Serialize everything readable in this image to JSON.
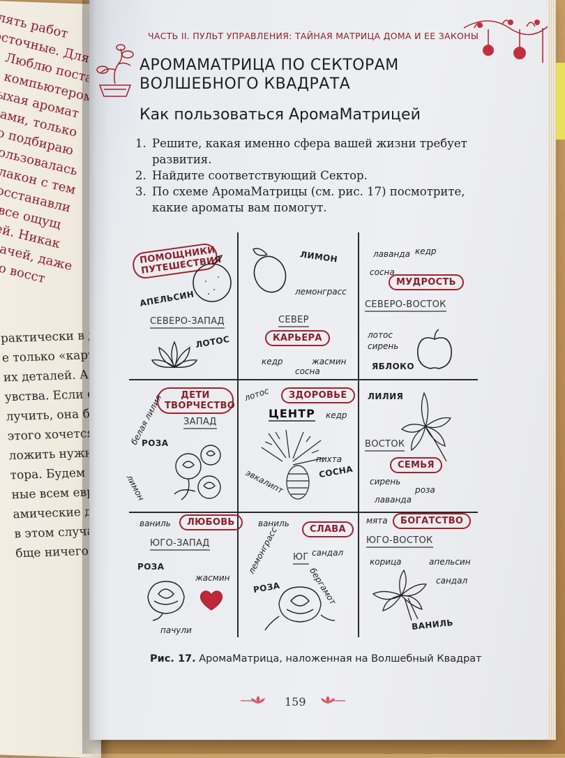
{
  "left_page": {
    "lines_top": [
      "лять работ",
      "осточные. Для",
      "а. Люблю постав",
      "за компьютером",
      "вдыхая аромат",
      "духами, только",
      "льно подбираю",
      "но пользовалась",
      "жу флакон с тем",
      "чит восстанавли",
      ", но и все ощущ",
      "мелочей. Никак",
      "кой задачей, даже",
      "детально восст"
    ],
    "lines_bottom": [
      "рактически в ду",
      "е только «картин",
      "их деталей. А Вс",
      "увства. Если они",
      "лучить, она будет",
      "этого хочется).",
      "ложить нужные",
      "тора. Будем де",
      "ные всем евро",
      "амические диф",
      "в этом случае",
      "бще ничего не"
    ]
  },
  "running_head": "ЧАСТЬ II. ПУЛЬТ УПРАВЛЕНИЯ: ТАЙНАЯ МАТРИЦА ДОМА И ЕЕ ЗАКОНЫ",
  "title_lines": [
    "АРОМАМАТРИЦА ПО СЕКТОРАМ",
    "ВОЛШЕБНОГО КВАДРАТА"
  ],
  "subtitle": "Как пользоваться АромаМатрицей",
  "steps": [
    {
      "num": "1.",
      "text": "Решите, какая именно сфера вашей жизни требует развития."
    },
    {
      "num": "2.",
      "text": "Найдите соответствующий Сектор."
    },
    {
      "num": "3.",
      "text": "По схеме АромаМатрицы (см. рис. 17) посмотрите, какие ароматы вам помогут."
    }
  ],
  "grid": {
    "nw": {
      "badge": "ПОМОЩНИКИ ПУТЕШЕСТВИЯ",
      "sector": "СЕВЕРО-ЗАПАД",
      "labels": [
        "АПЕЛЬСИН",
        "ЛОТОС"
      ]
    },
    "n": {
      "badge": "КАРЬЕРА",
      "sector": "СЕВЕР",
      "labels": [
        "ЛИМОН",
        "лемонграсс",
        "кедр",
        "жасмин",
        "сосна"
      ]
    },
    "ne": {
      "badge": "МУДРОСТЬ",
      "sector": "СЕВЕРО-ВОСТОК",
      "labels": [
        "лаванда",
        "кедр",
        "сосна",
        "лотос",
        "сирень",
        "ЯБЛОКО"
      ]
    },
    "w": {
      "badge": "ДЕТИ ТВОРЧЕСТВО",
      "sector": "ЗАПАД",
      "labels": [
        "белая лилия",
        "РОЗА",
        "лимон"
      ]
    },
    "c": {
      "badge": "ЗДОРОВЬЕ",
      "sector": "ЦЕНТР",
      "labels": [
        "лотос",
        "кедр",
        "пихта",
        "СОСНА",
        "эвкалипт"
      ]
    },
    "e": {
      "badge": "СЕМЬЯ",
      "sector": "ВОСТОК",
      "labels": [
        "ЛИЛИЯ",
        "сирень",
        "роза",
        "лаванда"
      ]
    },
    "sw": {
      "badge": "ЛЮБОВЬ",
      "sector": "ЮГО-ЗАПАД",
      "labels": [
        "ваниль",
        "РОЗА",
        "жасмин",
        "пачули"
      ]
    },
    "s": {
      "badge": "СЛАВА",
      "sector": "ЮГ",
      "labels": [
        "ваниль",
        "лемонграсс",
        "сандал",
        "бергамот",
        "РОЗА"
      ]
    },
    "se": {
      "badge": "БОГАТСТВО",
      "sector": "ЮГО-ВОСТОК",
      "labels": [
        "мята",
        "корица",
        "апельсин",
        "сандал",
        "ВАНИЛЬ"
      ]
    }
  },
  "caption": {
    "fig": "Рис. 17.",
    "text": " АромаМатрица, наложенная на Волшебный Квадрат"
  },
  "page_number": "159",
  "colors": {
    "accent": "#a3202e",
    "text": "#222222",
    "page": "#eeeff2"
  }
}
